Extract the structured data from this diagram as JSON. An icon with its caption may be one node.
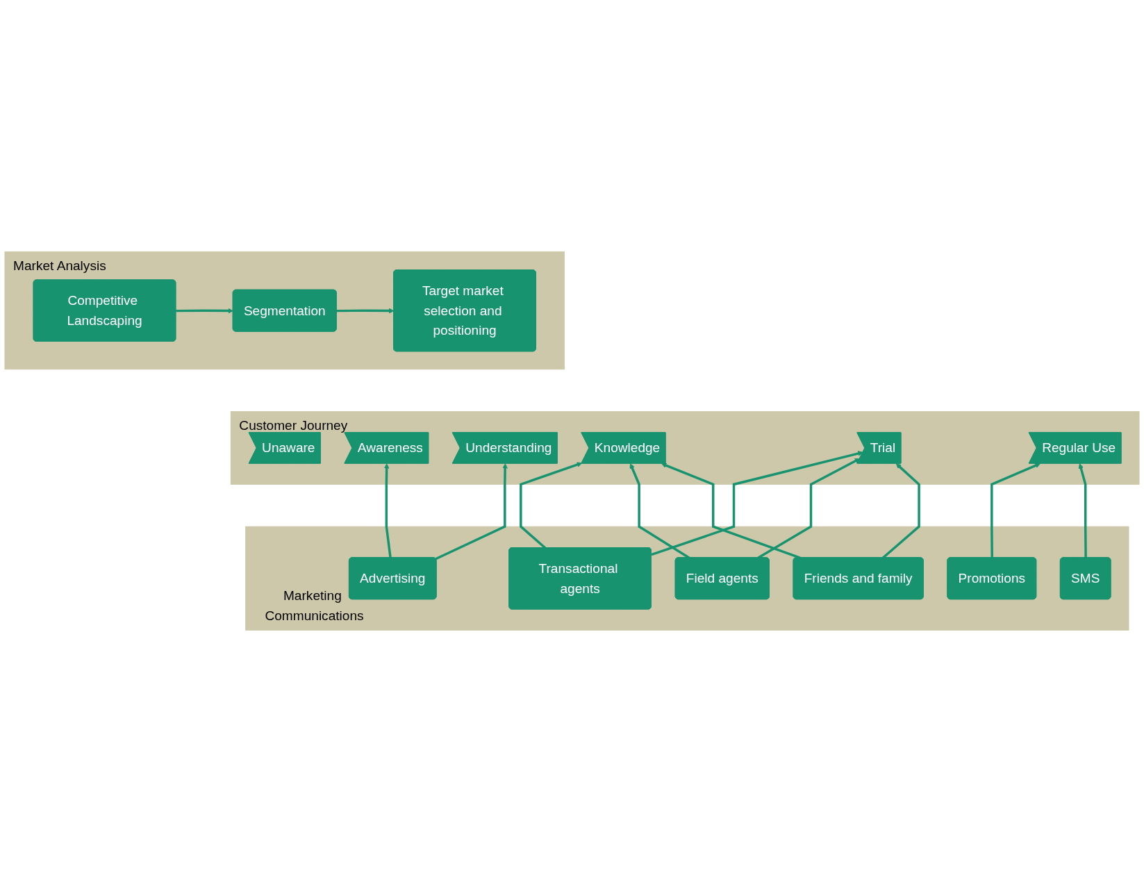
{
  "diagram": {
    "nodes": [
      {
        "text": [
          "Market Analysis"
        ]
      },
      {
        "text": [
          "Competitive Landscaping"
        ],
        "in": 0
      },
      {
        "text": [
          "Segmentation"
        ],
        "in": 0
      },
      {
        "text": [
          "Target market selection and positioning"
        ],
        "in": 0
      },
      {
        "text": [
          "Customer Journey"
        ]
      },
      {
        "text": [
          "Unaware"
        ],
        "in": 4
      },
      {
        "text": [
          "Awareness"
        ],
        "in": 4
      },
      {
        "text": [
          "Understanding"
        ],
        "in": 4
      },
      {
        "text": [
          "Knowledge"
        ],
        "in": 4
      },
      {
        "text": [
          "Trial"
        ],
        "in": 4
      },
      {
        "text": [
          "Regular Use"
        ],
        "in": 4
      },
      {
        "text": [
          "Marketing Communications"
        ]
      },
      {
        "text": [
          "Advertising"
        ],
        "in": 11
      },
      {
        "text": [
          "Transactional agents"
        ],
        "in": 11
      },
      {
        "text": [
          "Field agents"
        ],
        "in": 11
      },
      {
        "text": [
          "Friends and family"
        ],
        "in": 11
      },
      {
        "text": [
          "Promotions"
        ],
        "in": 11
      },
      {
        "text": [
          "SMS"
        ],
        "in": 11
      }
    ],
    "edges": [
      {
        "from": 1,
        "to": 2,
        "arrow": "to"
      },
      {
        "from": 2,
        "to": 3,
        "arrow": "to"
      },
      {
        "from": 12,
        "to": 6,
        "arrow": "to"
      },
      {
        "from": 12,
        "to": 7,
        "arrow": "to"
      },
      {
        "from": 13,
        "to": 8,
        "arrow": "to"
      },
      {
        "from": 13,
        "to": 9,
        "arrow": "to"
      },
      {
        "from": 14,
        "to": 8,
        "arrow": "to"
      },
      {
        "from": 14,
        "to": 9,
        "arrow": "to"
      },
      {
        "from": 15,
        "to": 8,
        "arrow": "to"
      },
      {
        "from": 15,
        "to": 9,
        "arrow": "to"
      },
      {
        "from": 16,
        "to": 10,
        "arrow": "to"
      },
      {
        "from": 17,
        "to": 10,
        "arrow": "to"
      }
    ]
  }
}
